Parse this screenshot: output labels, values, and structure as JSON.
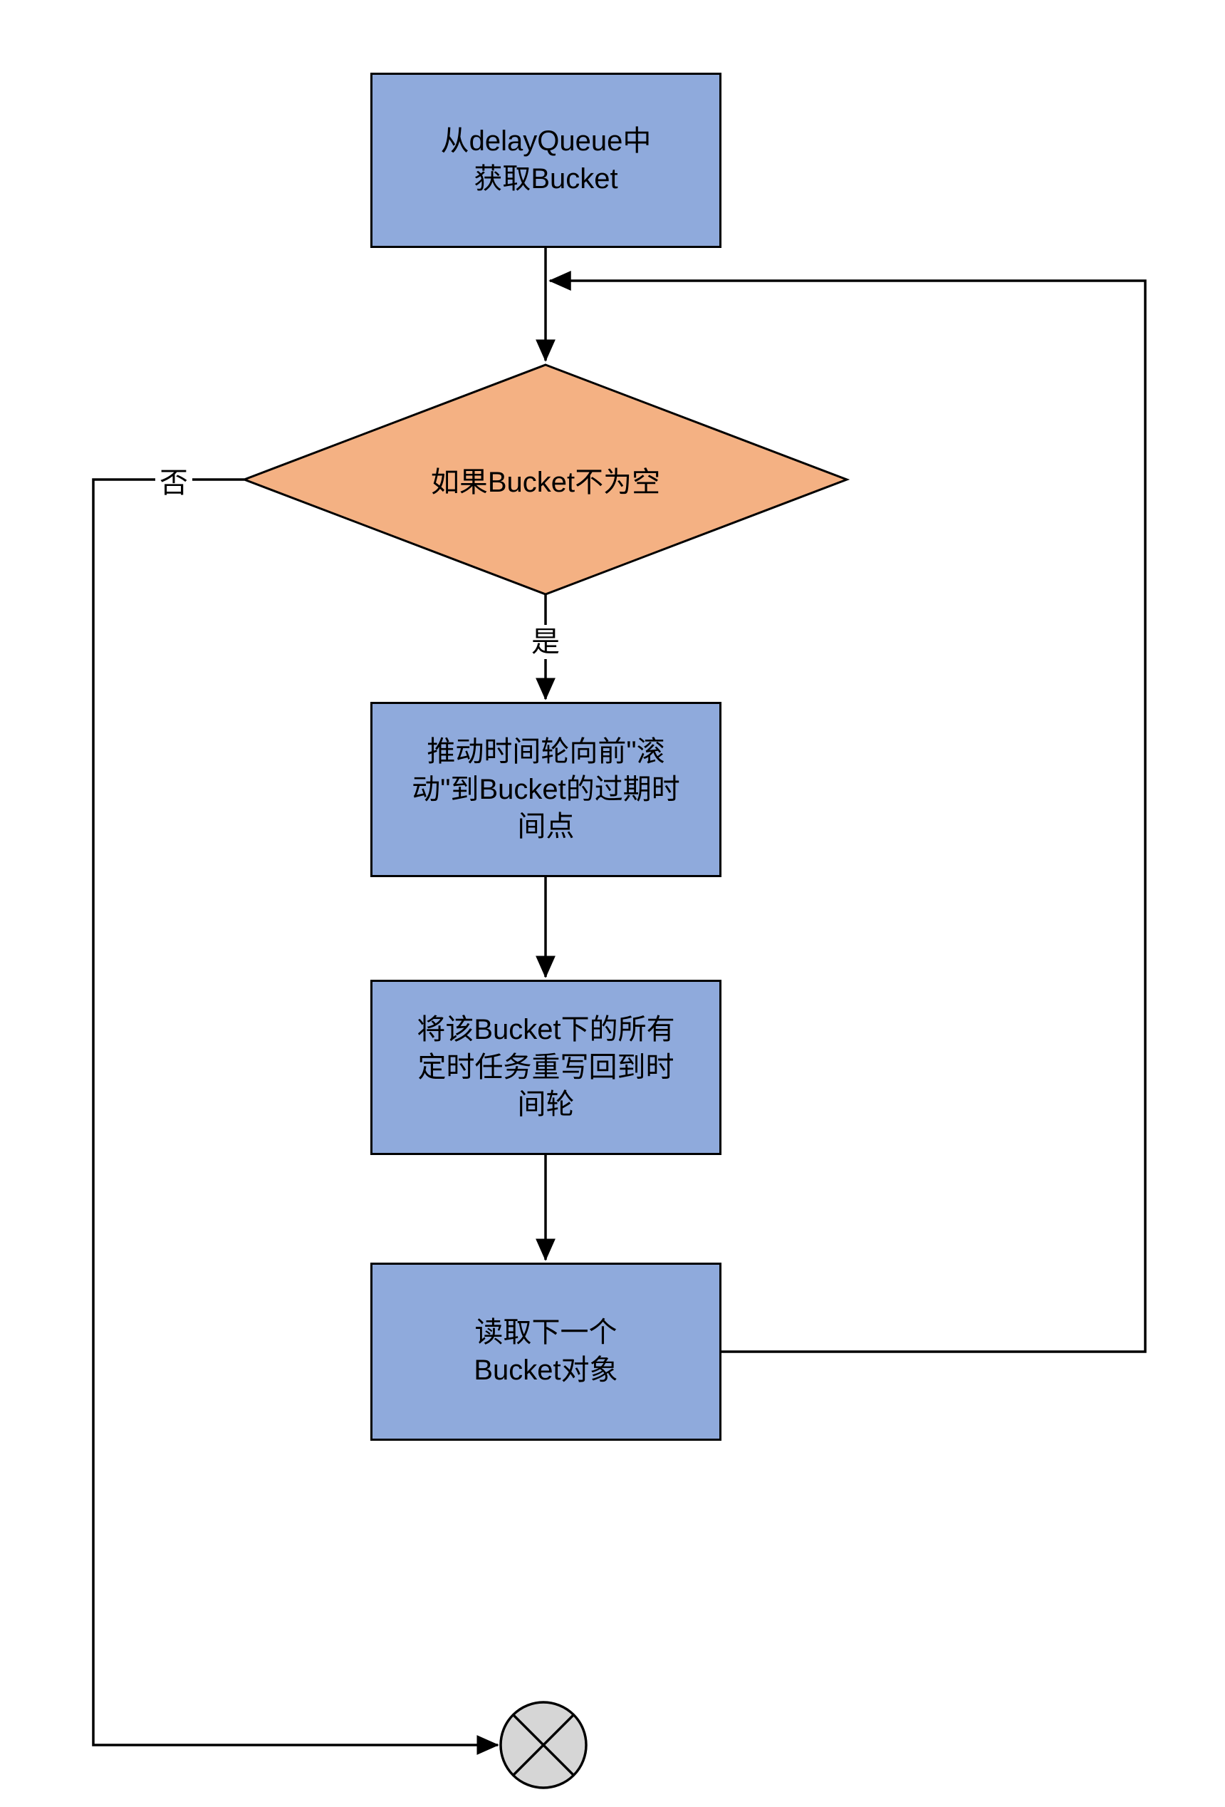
{
  "diagram": {
    "type": "flowchart",
    "background": "#ffffff",
    "colors": {
      "process_fill": "#8FAADC",
      "decision_fill": "#F4B183",
      "terminator_fill": "#D6D6D6",
      "stroke": "#000000",
      "text": "#000000"
    },
    "nodes": {
      "get_bucket": {
        "type": "process",
        "label": "从delayQueue中\n获取Bucket"
      },
      "bucket_not_empty": {
        "type": "decision",
        "label": "如果Bucket不为空"
      },
      "advance_wheel": {
        "type": "process",
        "label": "推动时间轮向前\"滚\n动\"到Bucket的过期时\n间点"
      },
      "rewrite_tasks": {
        "type": "process",
        "label": "将该Bucket下的所有\n定时任务重写回到时\n间轮"
      },
      "read_next_bucket": {
        "type": "process",
        "label": "读取下一个\nBucket对象"
      },
      "end_terminator": {
        "type": "terminator",
        "label": ""
      }
    },
    "edge_labels": {
      "yes": "是",
      "no": "否"
    },
    "edges": [
      {
        "from": "get_bucket",
        "to": "bucket_not_empty",
        "label": ""
      },
      {
        "from": "bucket_not_empty",
        "to": "advance_wheel",
        "label": "是"
      },
      {
        "from": "advance_wheel",
        "to": "rewrite_tasks",
        "label": ""
      },
      {
        "from": "rewrite_tasks",
        "to": "read_next_bucket",
        "label": ""
      },
      {
        "from": "read_next_bucket",
        "to": "bucket_not_empty",
        "label": ""
      },
      {
        "from": "bucket_not_empty",
        "to": "end_terminator",
        "label": "否"
      }
    ]
  }
}
